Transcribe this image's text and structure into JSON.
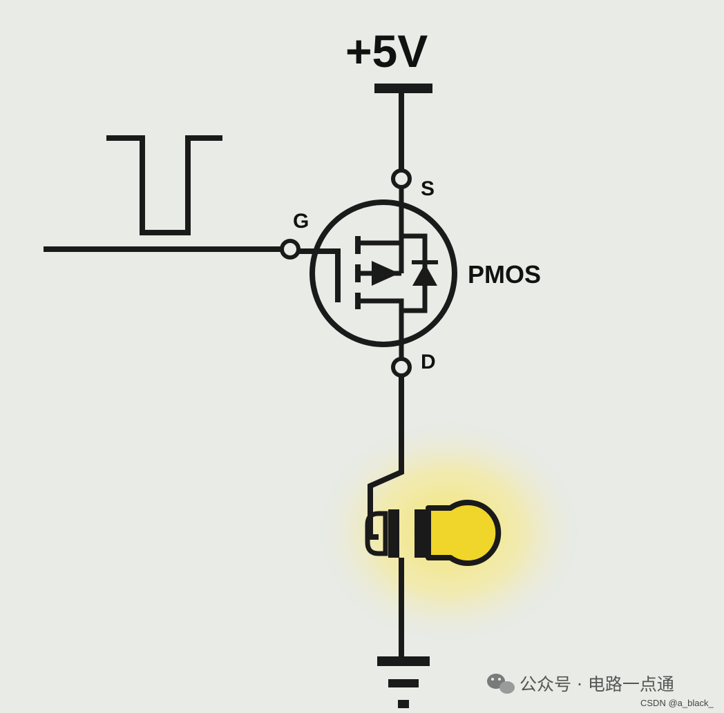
{
  "labels": {
    "supply": "+5V",
    "source": "S",
    "gate": "G",
    "drain": "D",
    "device": "PMOS"
  },
  "watermark": {
    "account": "公众号 · 电路一点通",
    "icon": "wechat-icon"
  },
  "credit": "CSDN @a_black_",
  "colors": {
    "background": "#e8ebe6",
    "wire": "#1a1a1a",
    "bulb_fill": "#f0d52a",
    "glow": "#f6ec9a"
  },
  "bulb_state": "on"
}
